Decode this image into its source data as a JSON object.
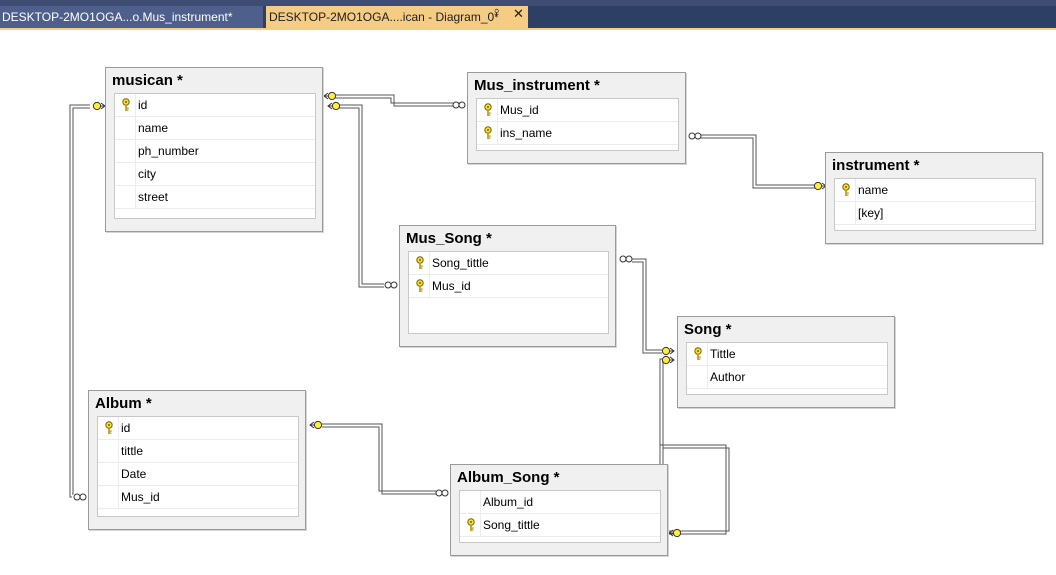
{
  "tabs": [
    {
      "label": "DESKTOP-2MO1OGA...o.Mus_instrument*"
    },
    {
      "label": "DESKTOP-2MO1OGA....ican - Diagram_0*"
    }
  ],
  "tables": {
    "musican": {
      "title": "musican *",
      "columns": [
        {
          "name": "id",
          "key": true
        },
        {
          "name": "name",
          "key": false
        },
        {
          "name": "ph_number",
          "key": false
        },
        {
          "name": "city",
          "key": false
        },
        {
          "name": "street",
          "key": false
        }
      ]
    },
    "mus_instrument": {
      "title": "Mus_instrument *",
      "columns": [
        {
          "name": "Mus_id",
          "key": true
        },
        {
          "name": "ins_name",
          "key": true
        }
      ]
    },
    "instrument": {
      "title": "instrument *",
      "columns": [
        {
          "name": "name",
          "key": true
        },
        {
          "name": "[key]",
          "key": false
        }
      ]
    },
    "mus_song": {
      "title": "Mus_Song *",
      "columns": [
        {
          "name": "Song_tittle",
          "key": true
        },
        {
          "name": "Mus_id",
          "key": true
        }
      ]
    },
    "song": {
      "title": "Song *",
      "columns": [
        {
          "name": "Tittle",
          "key": true
        },
        {
          "name": "Author",
          "key": false
        }
      ]
    },
    "album": {
      "title": "Album *",
      "columns": [
        {
          "name": "id",
          "key": true
        },
        {
          "name": "tittle",
          "key": false
        },
        {
          "name": "Date",
          "key": false
        },
        {
          "name": "Mus_id",
          "key": false
        }
      ]
    },
    "album_song": {
      "title": "Album_Song *",
      "columns": [
        {
          "name": "Album_id",
          "key": false
        },
        {
          "name": "Song_tittle",
          "key": true
        }
      ]
    }
  },
  "relationships": [
    {
      "from": "musican",
      "to": "mus_instrument"
    },
    {
      "from": "musican",
      "to": "mus_song"
    },
    {
      "from": "musican",
      "to": "album"
    },
    {
      "from": "instrument",
      "to": "mus_instrument"
    },
    {
      "from": "song",
      "to": "mus_song"
    },
    {
      "from": "song",
      "to": "album_song"
    },
    {
      "from": "album",
      "to": "album_song"
    }
  ],
  "icons": {
    "key": "key-icon",
    "one_end": "key-connector-icon",
    "many_end": "infinity-connector-icon"
  },
  "colors": {
    "accent_tab": "#f5cc84",
    "tabstrip": "#2d3f63",
    "key_yellow": "#e8c400",
    "link_line": "#555555"
  }
}
